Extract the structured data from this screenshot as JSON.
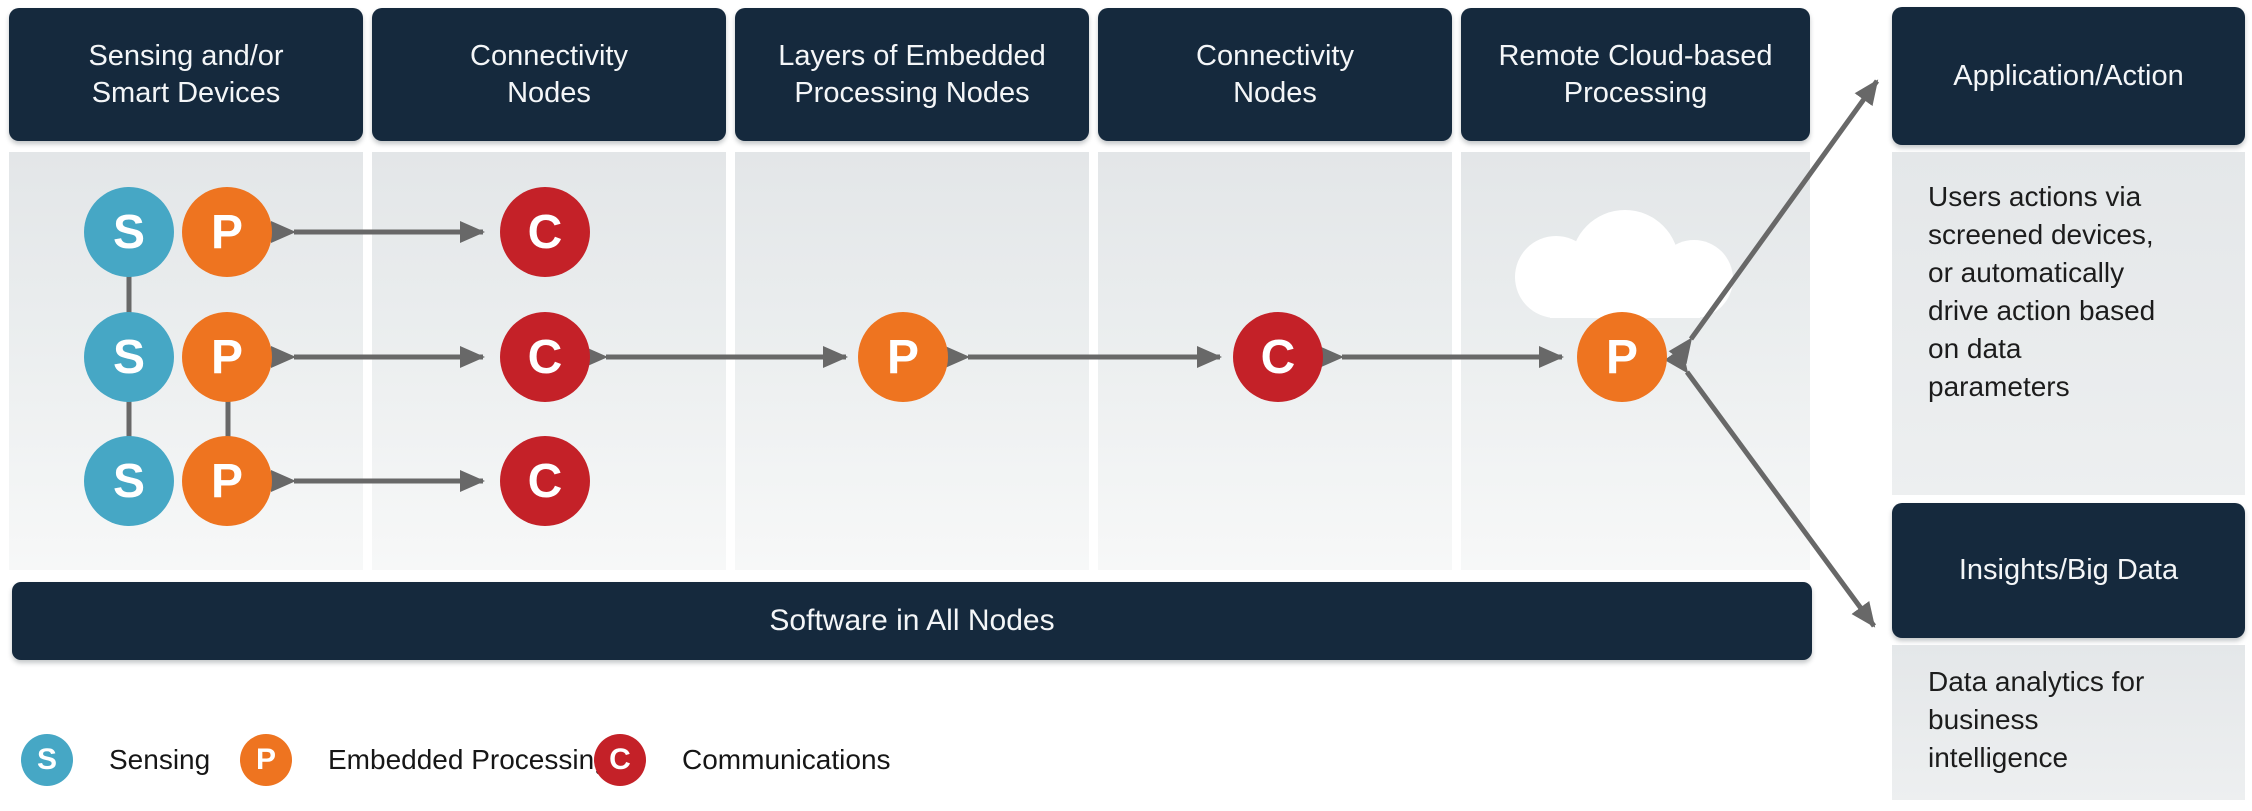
{
  "colors": {
    "navy": "#15293d",
    "teal": "#46a7c5",
    "orange": "#ee7420",
    "red": "#c42128",
    "arrow_gray": "#686868",
    "panel_gray": "#e6e8ea",
    "cloud_white": "#ffffff"
  },
  "columns": [
    {
      "title_lines": [
        "Sensing and/or",
        "Smart Devices"
      ]
    },
    {
      "title_lines": [
        "Connectivity",
        "Nodes"
      ]
    },
    {
      "title_lines": [
        "Layers of Embedded",
        "Processing Nodes"
      ]
    },
    {
      "title_lines": [
        "Connectivity",
        "Nodes"
      ]
    },
    {
      "title_lines": [
        "Remote Cloud-based",
        "Processing"
      ]
    }
  ],
  "node_letters": {
    "sensing": "S",
    "processing": "P",
    "communications": "C"
  },
  "software_bar": {
    "label": "Software in All Nodes"
  },
  "right_panel": {
    "application": {
      "title": "Application/Action",
      "body_lines": [
        "Users actions via",
        "screened devices,",
        "or automatically",
        "drive action based",
        "on data",
        "parameters"
      ]
    },
    "insights": {
      "title": "Insights/Big Data",
      "body_lines": [
        "Data analytics for",
        "business",
        "intelligence"
      ]
    }
  },
  "legend": [
    {
      "letter": "S",
      "label": "Sensing"
    },
    {
      "letter": "P",
      "label": "Embedded Processing"
    },
    {
      "letter": "C",
      "label": "Communications"
    }
  ]
}
